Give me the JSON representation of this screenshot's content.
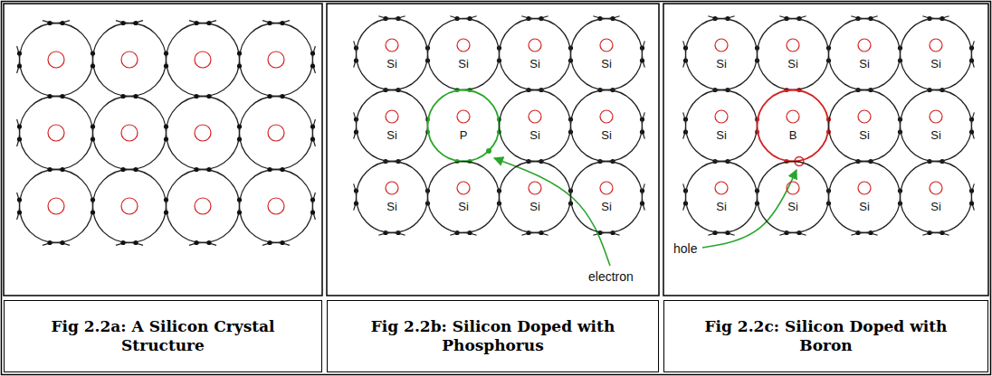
{
  "diagram": {
    "nodes": [
      {
        "text": [
          "Si"
        ]
      },
      {
        "text": [
          "Si"
        ]
      },
      {
        "text": [
          "Si"
        ]
      },
      {
        "text": [
          "Si"
        ]
      },
      {
        "text": [
          "Si"
        ]
      },
      {
        "text": [
          "P"
        ]
      },
      {
        "text": [
          "Si"
        ]
      },
      {
        "text": [
          "Si"
        ]
      },
      {
        "text": [
          "Si"
        ]
      },
      {
        "text": [
          "Si"
        ]
      },
      {
        "text": [
          "Si"
        ]
      },
      {
        "text": [
          "Si"
        ]
      },
      {
        "text": [
          "Si"
        ]
      },
      {
        "text": [
          "Si"
        ]
      },
      {
        "text": [
          "Si"
        ]
      },
      {
        "text": [
          "Si"
        ]
      },
      {
        "text": [
          "Si"
        ]
      },
      {
        "text": [
          "B"
        ]
      },
      {
        "text": [
          "Si"
        ]
      },
      {
        "text": [
          "Si"
        ]
      },
      {
        "text": [
          "Si"
        ]
      },
      {
        "text": [
          "Si"
        ]
      },
      {
        "text": [
          "Si"
        ]
      },
      {
        "text": [
          "Si"
        ]
      },
      {
        "text": [
          "Fig 2.2a: A Silicon Crystal Structure"
        ]
      },
      {
        "text": [
          "Fig 2.2b: Silicon Doped with Phosphorus"
        ]
      },
      {
        "text": [
          "Fig 2.2c: Silicon Doped with Boron"
        ]
      }
    ],
    "labels": [
      "electron",
      "hole"
    ]
  }
}
